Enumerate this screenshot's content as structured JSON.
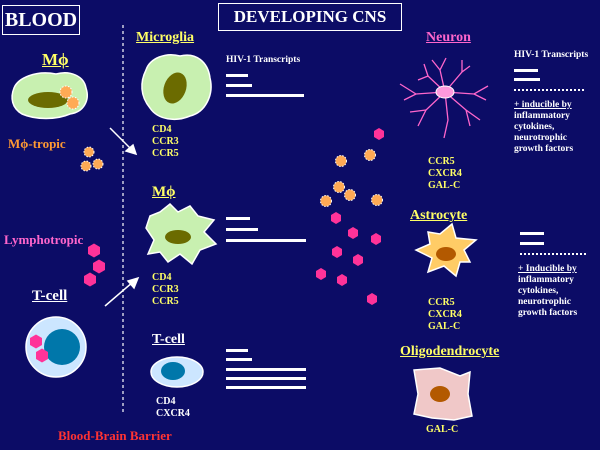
{
  "blood_box": "BLOOD",
  "cns_box": "DEVELOPING CNS",
  "blood_labels": {
    "macrophage": "Mϕ",
    "macrophage_tropic": "Mϕ-tropic",
    "lymphotropic": "Lymphotropic",
    "tcell": "T-cell"
  },
  "barrier_label": "Blood-Brain Barrier",
  "cells": {
    "microglia": {
      "title": "Microglia",
      "receptors": [
        "CD4",
        "CCR3",
        "CCR5"
      ]
    },
    "macrophage": {
      "title": "Mϕ",
      "receptors": [
        "CD4",
        "CCR3",
        "CCR5"
      ]
    },
    "tcell": {
      "title": "T-cell",
      "receptors": [
        "CD4",
        "CXCR4"
      ]
    },
    "neuron": {
      "title": "Neuron",
      "receptors": [
        "CCR5",
        "CXCR4",
        "GAL-C"
      ]
    },
    "astrocyte": {
      "title": "Astrocyte",
      "receptors": [
        "CCR5",
        "CXCR4",
        "GAL-C"
      ]
    },
    "oligodendrocyte": {
      "title": "Oligodendrocyte",
      "receptors": [
        "GAL-C"
      ]
    }
  },
  "transcripts_label": "HIV-1 Transcripts",
  "neuron_transcripts_label": "HIV-1 Transcripts",
  "neuron_note": [
    "+ inducible by",
    "inflammatory",
    "cytokines,",
    "neurotrophic",
    "growth factors"
  ],
  "astrocyte_note": [
    "+ Inducible by",
    "inflammatory",
    "cytokines,",
    "neurotrophic",
    "growth factors"
  ],
  "colors": {
    "background": "#0c0c66",
    "title": "#ffff66",
    "receptor": "#ffff66",
    "neuron_title": "#ff66cc",
    "tropic": "#ff9933",
    "lymphotropic": "#ff66cc",
    "barrier": "#ff3333",
    "virion_orange": "#ffaa55",
    "virion_pink": "#ff3399"
  }
}
